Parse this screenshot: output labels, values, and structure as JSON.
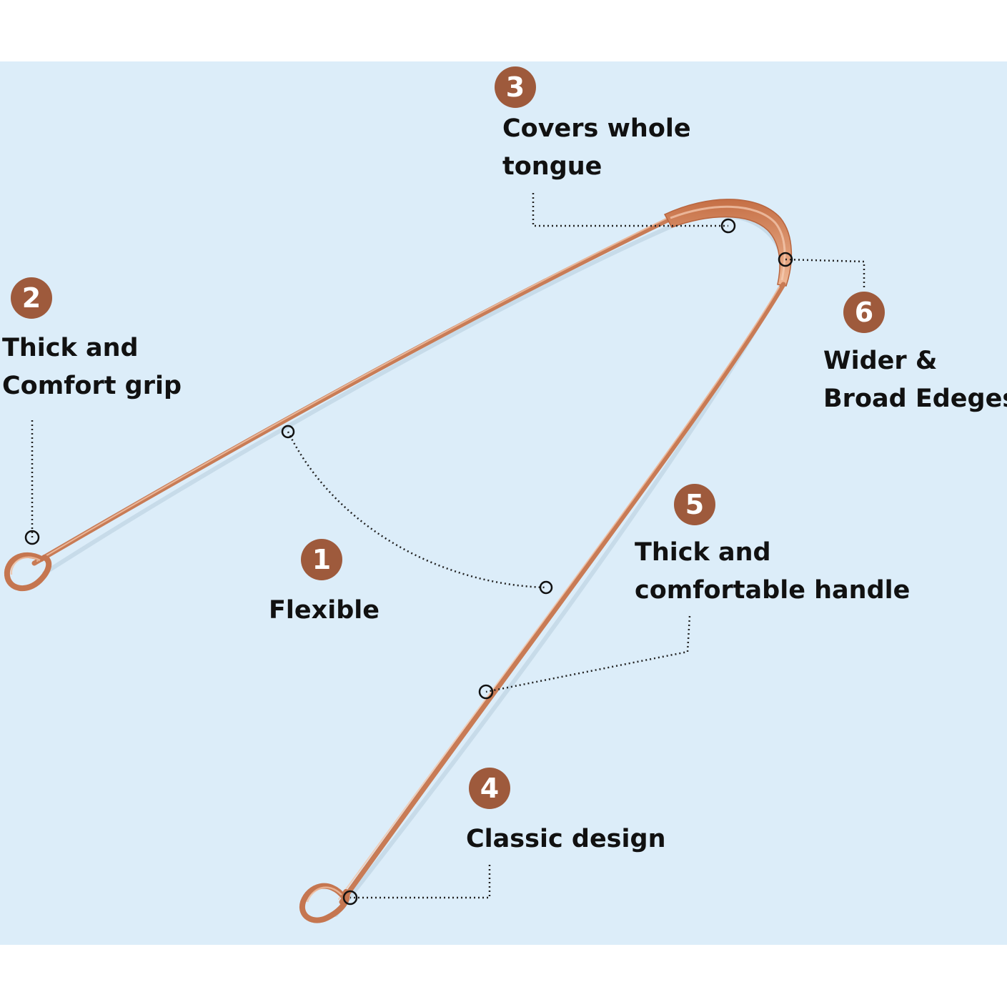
{
  "colors": {
    "background": "#dcedf9",
    "badge": "#9e5a3c",
    "copper": "#c87b55",
    "copper_light": "#eab191",
    "leader_line": "#222222",
    "text": "#111111"
  },
  "illustration": {
    "subject": "copper tongue cleaner"
  },
  "callouts": [
    {
      "number": "1",
      "lines": [
        "Flexible"
      ]
    },
    {
      "number": "2",
      "lines": [
        "Thick and",
        "Comfort grip"
      ]
    },
    {
      "number": "3",
      "lines": [
        "Covers whole",
        "tongue"
      ]
    },
    {
      "number": "4",
      "lines": [
        "Classic design"
      ]
    },
    {
      "number": "5",
      "lines": [
        "Thick and",
        "comfortable handle"
      ]
    },
    {
      "number": "6",
      "lines": [
        "Wider &",
        "Broad Edeges"
      ]
    }
  ]
}
